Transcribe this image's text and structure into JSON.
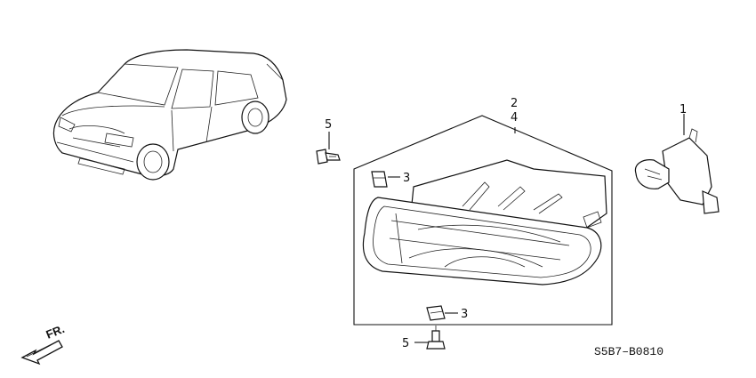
{
  "callouts": {
    "bulb": "1",
    "fog_light_a": "2",
    "fog_light_b": "4",
    "clip_top": "3",
    "clip_bottom": "3",
    "screw_top": "5",
    "screw_bottom": "5"
  },
  "direction_label": "FR.",
  "diagram_code": "S5B7–B0810"
}
